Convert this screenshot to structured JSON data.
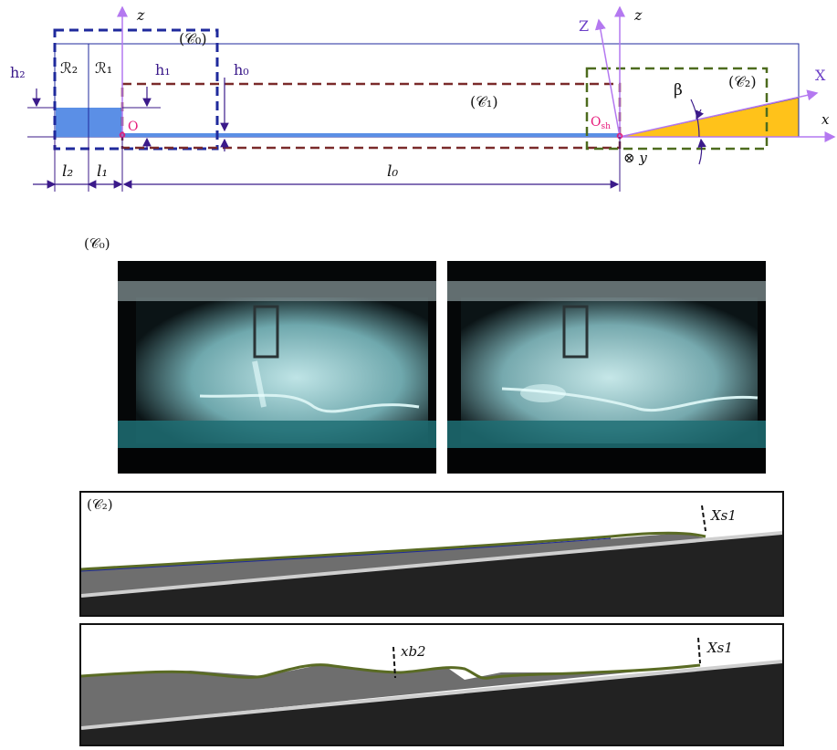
{
  "schematic": {
    "z_axis": "z",
    "z_axis_right": "z",
    "Z_axis": "Z",
    "X_axis": "X",
    "x_axis": "x",
    "y_axis": "⊗ y",
    "C0": "(𝒞₀)",
    "C1": "(𝒞₁)",
    "C2": "(𝒞₂)",
    "R2": "ℛ₂",
    "R1": "ℛ₁",
    "h2": "h₂",
    "h1": "h₁",
    "h0": "h₀",
    "origin": "O",
    "origin_sh": "O",
    "origin_sh_sub": "sh",
    "beta": "β",
    "l2": "l₂",
    "l1": "l₁",
    "l0": "l₀"
  },
  "photos": {
    "section_label": "(𝒞₀)"
  },
  "panels": {
    "top_label": "(𝒞₂)",
    "top_marker": "Xs1",
    "bottom_marker_left": "xb2",
    "bottom_marker_right": "Xs1"
  },
  "colors": {
    "reservoir_blue": "#5b8fe6",
    "wedge_yellow": "#ffc21a",
    "C0_box": "#1f2a9c",
    "C1_box": "#7a2a2a",
    "C2_box": "#4d6b1e",
    "axis_purple": "#b478f0",
    "dimension_purple": "#3b1a8a",
    "origin_pink": "#e6197a",
    "free_surface_green": "#5a6b24"
  }
}
